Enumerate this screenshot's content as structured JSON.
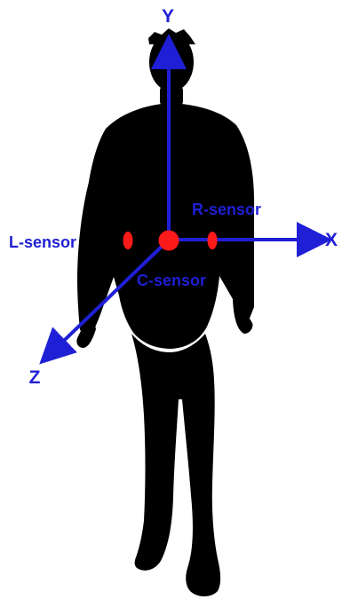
{
  "figure": {
    "axes": {
      "y_label": "Y",
      "x_label": "X",
      "z_label": "Z"
    },
    "sensors": {
      "left_label": "L-sensor",
      "right_label": "R-sensor",
      "center_label": "C-sensor"
    },
    "colors": {
      "axis": "#1f1fd6",
      "sensor": "#ff1a1a",
      "silhouette": "#000000",
      "background": "#ffffff"
    }
  }
}
